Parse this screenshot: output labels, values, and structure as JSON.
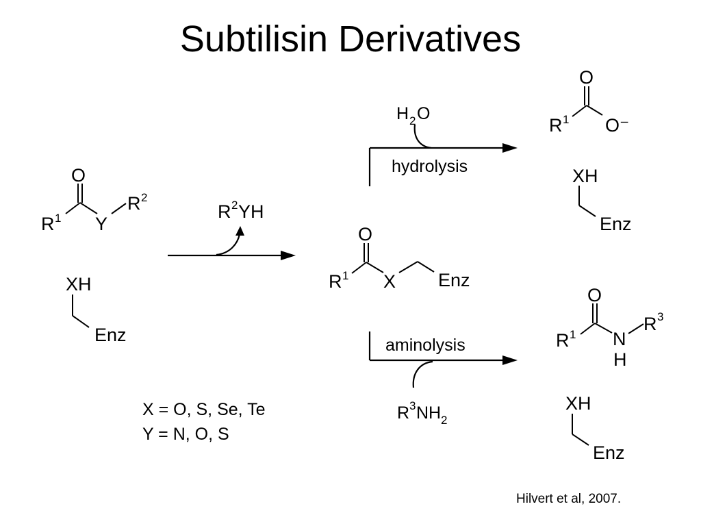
{
  "slide": {
    "title": "Subtilisin Derivatives",
    "citation": "Hilvert et al, 2007."
  },
  "atoms": {
    "O": "O",
    "R": "R",
    "Y": "Y",
    "X": "X",
    "XH": "XH",
    "Enz": "Enz",
    "N": "N",
    "H": "H",
    "O_minus": "O⁻",
    "sup1": "1",
    "sup2": "2",
    "sup3": "3"
  },
  "reagents": {
    "leaving_group_main": "R",
    "leaving_group_sup": "2",
    "leaving_group_tail": "YH",
    "water_H": "H",
    "water_sub": "2",
    "water_O": "O",
    "amine_R": "R",
    "amine_sup": "3",
    "amine_NH": "NH",
    "amine_sub": "2"
  },
  "arrows": {
    "hydrolysis": "hydrolysis",
    "aminolysis": "aminolysis"
  },
  "legend": {
    "x_line": "X = O, S, Se, Te",
    "y_line": "Y = N, O, S"
  }
}
